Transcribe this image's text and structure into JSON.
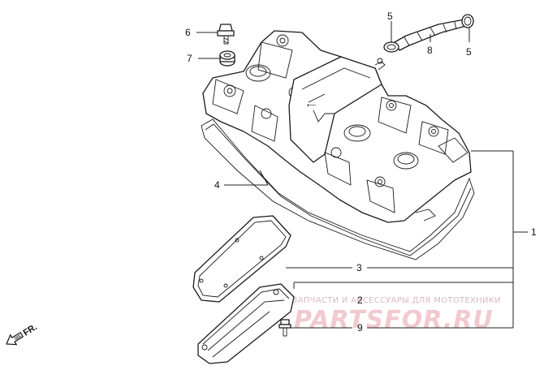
{
  "diagram": {
    "callouts": [
      {
        "id": "c1",
        "label": "1"
      },
      {
        "id": "c2",
        "label": "2"
      },
      {
        "id": "c3",
        "label": "3"
      },
      {
        "id": "c4",
        "label": "4"
      },
      {
        "id": "c5a",
        "label": "5"
      },
      {
        "id": "c5b",
        "label": "5"
      },
      {
        "id": "c6",
        "label": "6"
      },
      {
        "id": "c7",
        "label": "7"
      },
      {
        "id": "c8",
        "label": "8"
      },
      {
        "id": "c9",
        "label": "9"
      }
    ],
    "direction_label": "FR.",
    "watermark": {
      "tagline": "ЗАПЧАСТИ И АКСЕССУАРЫ ДЛЯ МОТОТЕХНИКИ",
      "brand": "PARTSFOR.RU"
    }
  }
}
